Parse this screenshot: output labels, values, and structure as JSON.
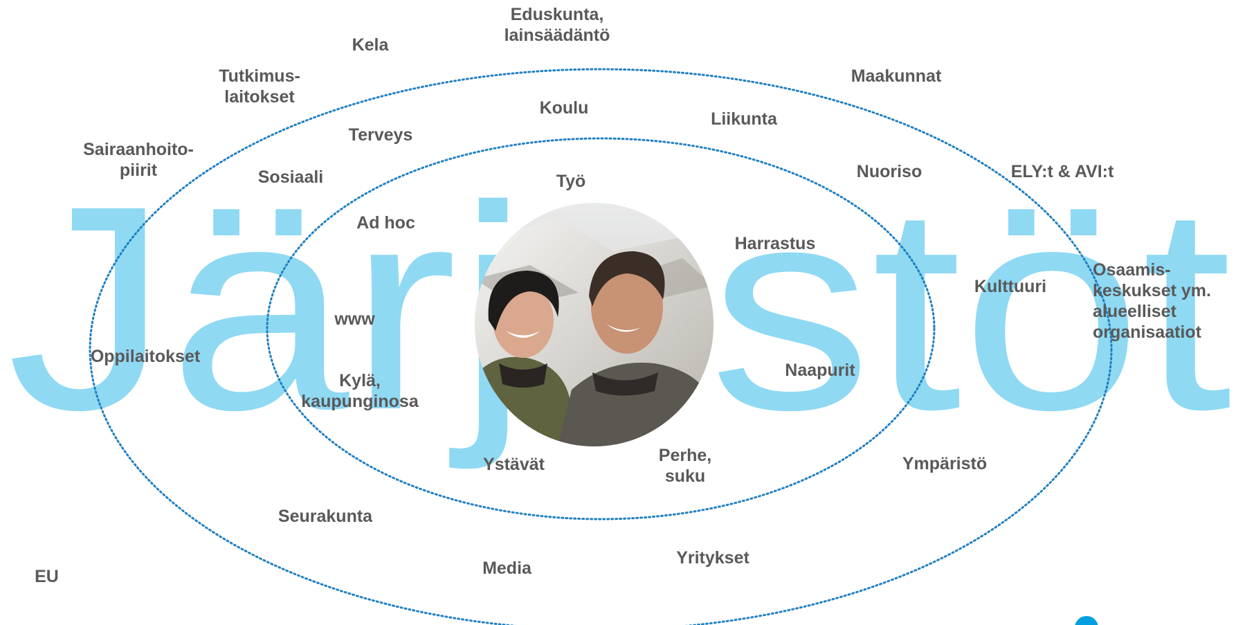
{
  "watermark": {
    "text": "Järjestöt",
    "color": "#8fd9f3"
  },
  "rings": {
    "color": "#1f7fc2",
    "style": "dotted"
  },
  "photo": {
    "description_icon": "couple-photo"
  },
  "labels": {
    "eduskunta": "Eduskunta,\nlainsäädäntö",
    "kela": "Kela",
    "maakunnat": "Maakunnat",
    "tutkimuslaitokset": "Tutkimus-\nlaitokset",
    "koulu": "Koulu",
    "liikunta": "Liikunta",
    "terveys": "Terveys",
    "sairaanhoitopiirit": "Sairaanhoito-\npiirit",
    "sosiaali": "Sosiaali",
    "tyo": "Työ",
    "nuoriso": "Nuoriso",
    "ely": "ELY:t & AVI:t",
    "adhoc": "Ad hoc",
    "harrastus": "Harrastus",
    "osaamiskeskukset": "Osaamis-\nkeskukset ym.\nalueelliset\norganisaatiot",
    "kulttuuri": "Kulttuuri",
    "www": "www",
    "oppilaitokset": "Oppilaitokset",
    "naapurit": "Naapurit",
    "kyla": "Kylä,\nkaupunginosa",
    "ystavat": "Ystävät",
    "perhe": "Perhe,\nsuku",
    "ymparisto": "Ympäristö",
    "seurakunta": "Seurakunta",
    "eu": "EU",
    "media": "Media",
    "yritykset": "Yritykset"
  }
}
